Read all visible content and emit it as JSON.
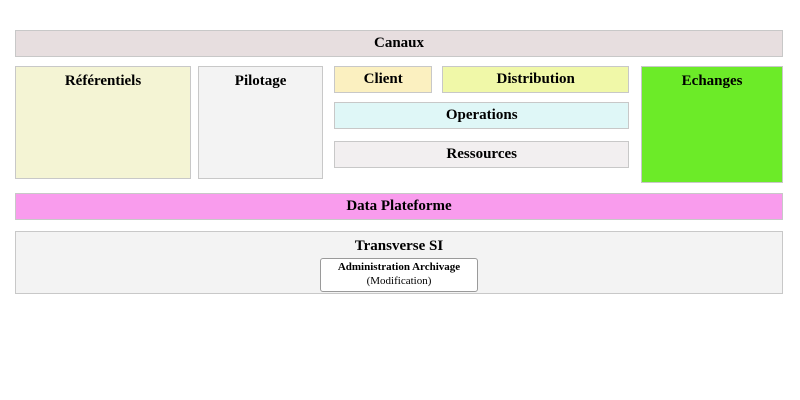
{
  "diagram": {
    "banner_top": {
      "label": "Canaux",
      "color": "#e7dedf"
    },
    "columns": {
      "referentiels": {
        "label": "Référentiels",
        "color": "#f4f4d4"
      },
      "pilotage": {
        "label": "Pilotage",
        "color": "#f3f3f3"
      },
      "echanges": {
        "label": "Echanges",
        "color": "#6ceb28"
      }
    },
    "center_stack": {
      "client": {
        "label": "Client",
        "color": "#fbf0c0"
      },
      "distribution": {
        "label": "Distribution",
        "color": "#f0f8a8"
      },
      "operations": {
        "label": "Operations",
        "color": "#dff7f7"
      },
      "ressources": {
        "label": "Ressources",
        "color": "#f2eff0"
      }
    },
    "banner_data": {
      "label": "Data Plateforme",
      "color": "#f99ced"
    },
    "transverse": {
      "label": "Transverse SI",
      "color": "#f3f3f3",
      "inner_box": {
        "title": "Administration Archivage",
        "subtitle": "(Modification)"
      }
    }
  }
}
